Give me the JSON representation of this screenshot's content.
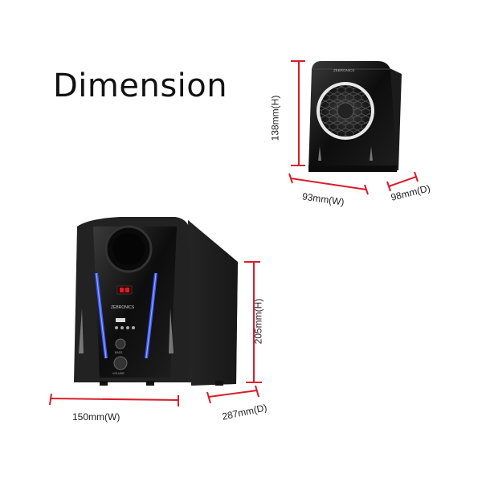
{
  "title": "Dimension",
  "satellite": {
    "brand": "ZEBRONICS",
    "height": "138mm(H)",
    "width": "93mm(W)",
    "depth": "98mm(D)"
  },
  "subwoofer": {
    "brand": "ZEBRONICS",
    "height": "205mm(H)",
    "width": "150mm(W)",
    "depth": "287mm(D)",
    "bass_label": "BASS",
    "volume_label": "VOLUME"
  },
  "colors": {
    "dimension_line": "#d81e2b",
    "cabinet": "#1a1a1a",
    "led": "#3d5bff"
  }
}
